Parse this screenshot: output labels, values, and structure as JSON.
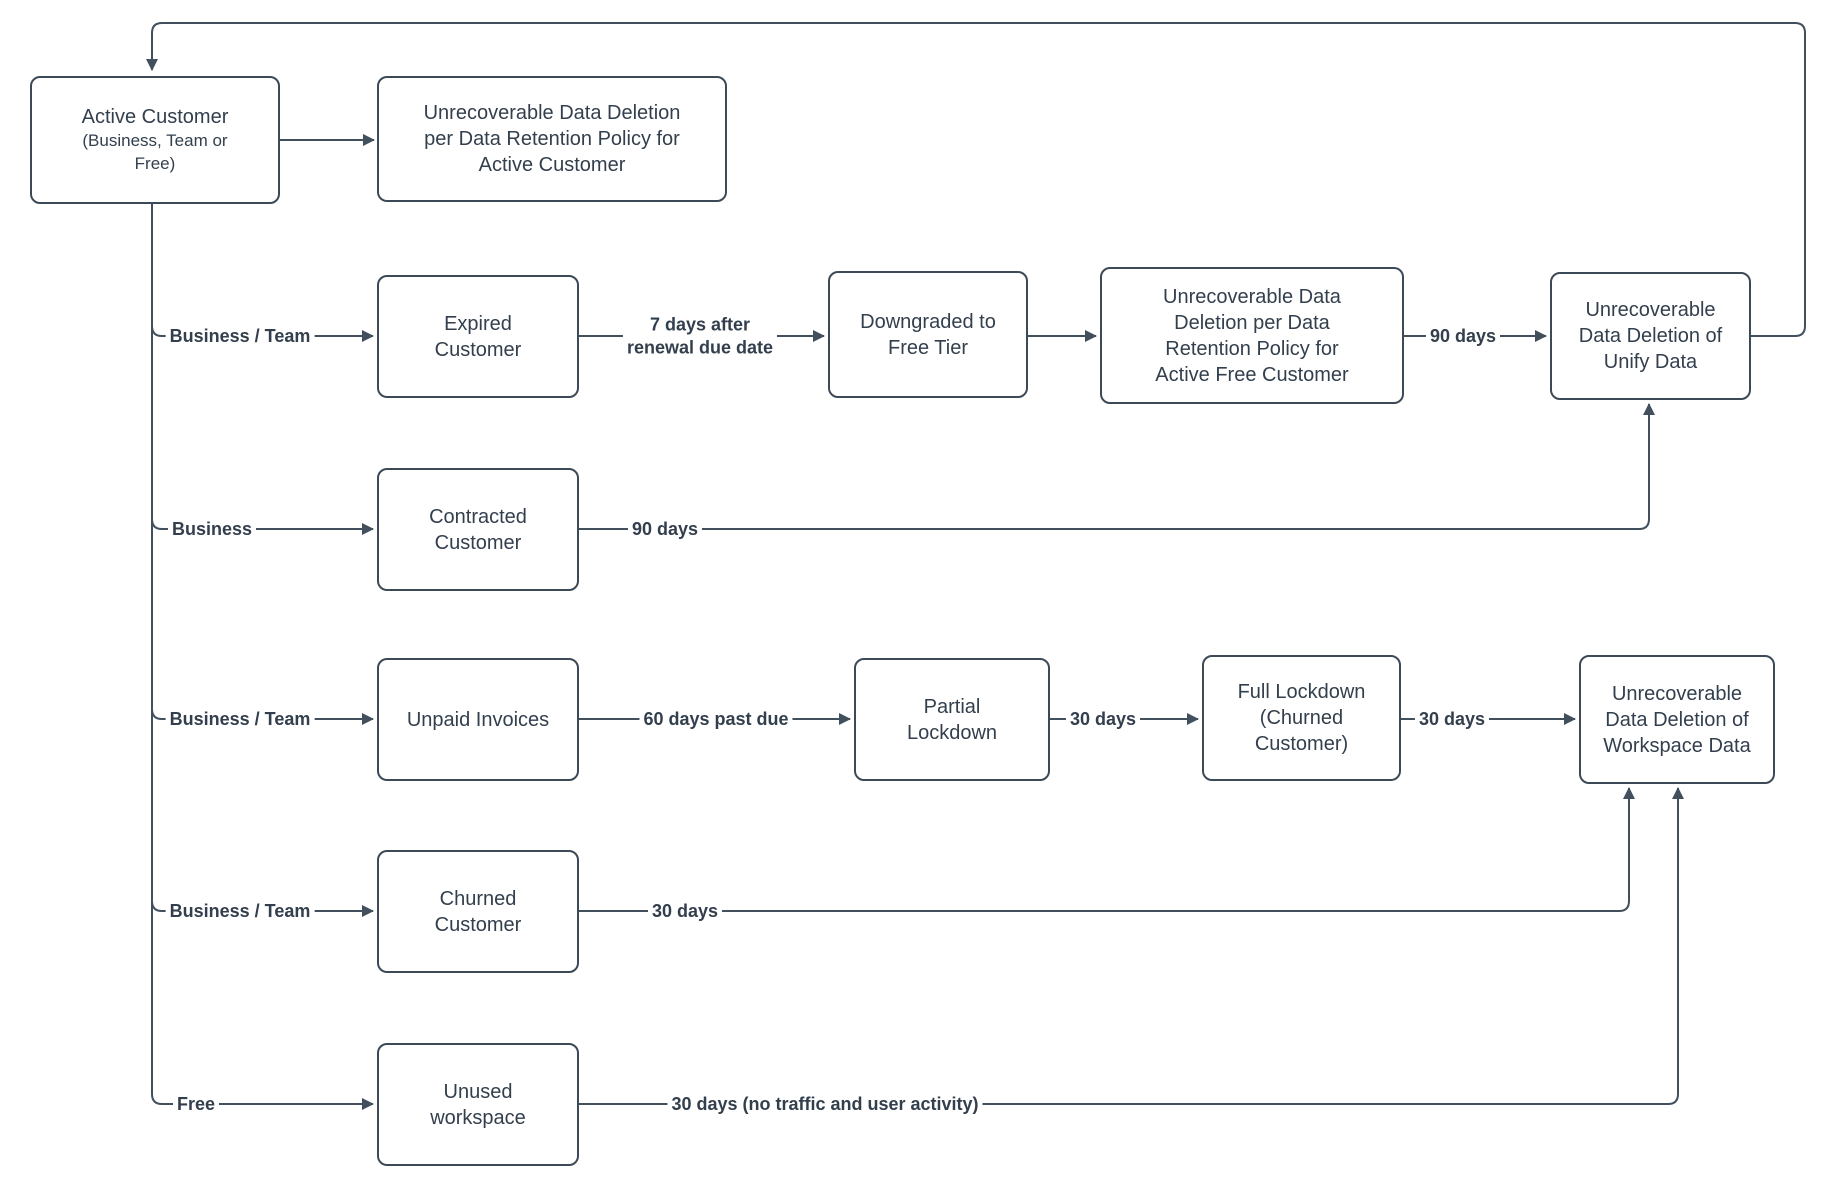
{
  "colors": {
    "line": "#42505e",
    "border": "#3c4a58",
    "text": "#333f4d",
    "node_bg": "#ffffff",
    "canvas_bg": "#ffffff"
  },
  "diagram": {
    "nodes": {
      "active_customer": {
        "title": "Active Customer",
        "subtitle": "(Business, Team or\nFree)"
      },
      "deletion_active": {
        "label": "Unrecoverable Data Deletion\nper Data Retention Policy for\nActive Customer"
      },
      "expired_customer": {
        "label": "Expired\nCustomer"
      },
      "downgraded_free": {
        "label": "Downgraded to\nFree Tier"
      },
      "deletion_active_free": {
        "label": "Unrecoverable Data\nDeletion per Data\nRetention Policy for\nActive Free Customer"
      },
      "deletion_unify": {
        "label": "Unrecoverable\nData Deletion of\nUnify Data"
      },
      "contracted_customer": {
        "label": "Contracted\nCustomer"
      },
      "unpaid_invoices": {
        "label": "Unpaid Invoices"
      },
      "partial_lockdown": {
        "label": "Partial\nLockdown"
      },
      "full_lockdown": {
        "label": "Full Lockdown\n(Churned\nCustomer)"
      },
      "deletion_workspace": {
        "label": "Unrecoverable\nData Deletion of\nWorkspace Data"
      },
      "churned_customer": {
        "label": "Churned\nCustomer"
      },
      "unused_workspace": {
        "label": "Unused\nworkspace"
      }
    },
    "edge_labels": {
      "business_team_expired": "Business / Team",
      "seven_days_after_renewal": "7 days after\nrenewal due date",
      "ninety_days_to_unify": "90 days",
      "business_contracted": "Business",
      "ninety_days_contracted": "90 days",
      "business_team_unpaid": "Business / Team",
      "sixty_days_past_due": "60 days past due",
      "thirty_days_partial_to_full": "30 days",
      "thirty_days_full_to_deletion": "30 days",
      "business_team_churned": "Business / Team",
      "thirty_days_churned": "30 days",
      "free_unused": "Free",
      "thirty_days_unused": "30 days (no traffic and user activity)"
    }
  }
}
